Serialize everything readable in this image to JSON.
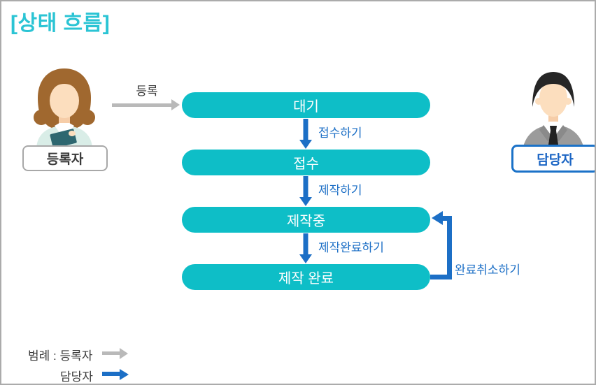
{
  "title": "[상태 흐름]",
  "colors": {
    "state_teal": "#0ebec7",
    "title_cyan": "#2bc4d4",
    "manager_blue": "#1c6fc6",
    "registrant_gray": "#b9b9b9",
    "text_dark": "#3a3a3a"
  },
  "actors": {
    "registrant": {
      "label": "등록자",
      "avatar": "woman-with-notebook"
    },
    "manager": {
      "label": "담당자",
      "avatar": "man-in-suit"
    }
  },
  "flow": {
    "states": [
      {
        "label": "대기"
      },
      {
        "label": "접수"
      },
      {
        "label": "제작중"
      },
      {
        "label": "제작 완료"
      }
    ],
    "transitions": [
      {
        "label": "등록",
        "actor": "등록자",
        "from": "등록자",
        "to": "대기"
      },
      {
        "label": "접수하기",
        "actor": "담당자",
        "from": "대기",
        "to": "접수"
      },
      {
        "label": "제작하기",
        "actor": "담당자",
        "from": "접수",
        "to": "제작중"
      },
      {
        "label": "제작완료하기",
        "actor": "담당자",
        "from": "제작중",
        "to": "제작 완료"
      },
      {
        "label": "완료취소하기",
        "actor": "담당자",
        "from": "제작 완료",
        "to": "제작중"
      }
    ]
  },
  "legend": {
    "prefix": "범례 :",
    "items": [
      {
        "label": "등록자",
        "arrow_color": "#b9b9b9"
      },
      {
        "label": "담당자",
        "arrow_color": "#1c6fc6"
      }
    ]
  }
}
